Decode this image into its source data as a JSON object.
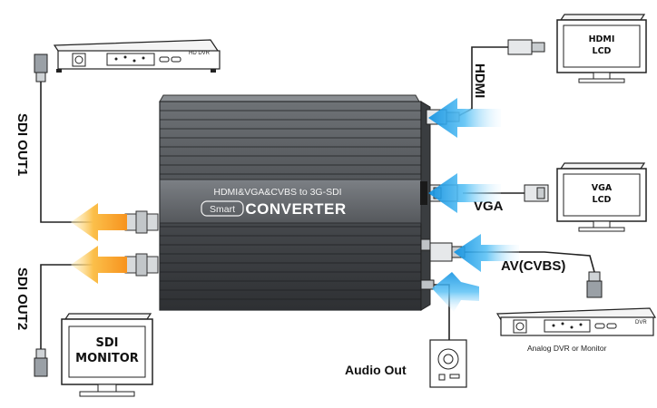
{
  "device": {
    "title_line": "HDMI&VGA&CVBS to 3G-SDI",
    "smart_badge": "Smart",
    "converter_label": "CONVERTER"
  },
  "ports": {
    "hdmi_label": "HDMI",
    "vga_label": "VGA",
    "av_label": "AV(CVBS)",
    "audio_label": "Audio Out",
    "sdi_out1_label": "SDI OUT1",
    "sdi_out2_label": "SDI OUT2"
  },
  "peripherals": {
    "hd_dvr": "HD DVR",
    "hdmi_lcd": [
      "HDMI",
      "LCD"
    ],
    "vga_lcd": [
      "VGA",
      "LCD"
    ],
    "sdi_monitor": [
      "SDI",
      "MONITOR"
    ],
    "dvr_badge": "DVR",
    "analog_dvr_caption": "Analog DVR or Monitor"
  },
  "colors": {
    "device_body": "#5a5d61",
    "input_arrow": "#1ea0e6",
    "output_arrow": "#f5a623"
  }
}
